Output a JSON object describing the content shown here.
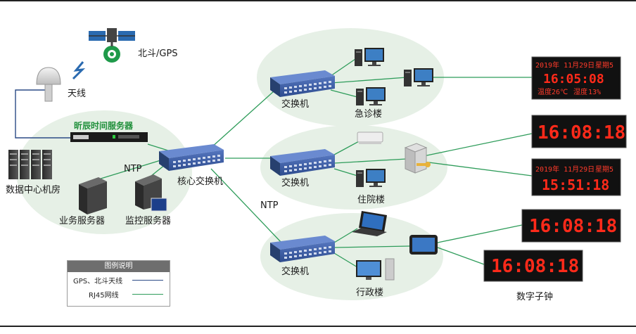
{
  "labels": {
    "satellite": "北斗/GPS",
    "antenna": "天线",
    "time_server": "昕辰时间服务器",
    "datacenter": "数据中心机房",
    "business_server": "业务服务器",
    "monitor_server": "监控服务器",
    "core_switch": "核心交换机",
    "ntp_left": "NTP",
    "ntp_bottom": "NTP",
    "switch_1": "交换机",
    "switch_2": "交换机",
    "switch_3": "交换机",
    "emergency": "急诊楼",
    "inpatient": "住院楼",
    "admin": "行政楼",
    "digital_clock": "数字子钟"
  },
  "clocks": {
    "clock1": {
      "date": "2019年 11月29日",
      "week": "星期5",
      "time": "16:05:08",
      "temp_label": "温度",
      "temp": "26℃",
      "hum_label": "湿度",
      "hum": "13%"
    },
    "clock2": {
      "time": "16:08:18"
    },
    "clock3": {
      "date": "2019年 11月29日",
      "week": "星期5",
      "time": "15:51:18"
    },
    "clock4": {
      "time": "16:08:18"
    },
    "clock5": {
      "time": "16:08:18"
    }
  },
  "legend": {
    "title": "图例说明",
    "rows": [
      {
        "label": "GPS、北斗天线",
        "color": "#2b4a86"
      },
      {
        "label": "RJ45网线",
        "color": "#2e9c5a"
      }
    ]
  },
  "colors": {
    "rj45": "#2e9c5a",
    "antenna_cable": "#2b4a86",
    "bubble": "#e4efe4",
    "switch": "#3b5fa8",
    "led": "#ff2a1a"
  }
}
